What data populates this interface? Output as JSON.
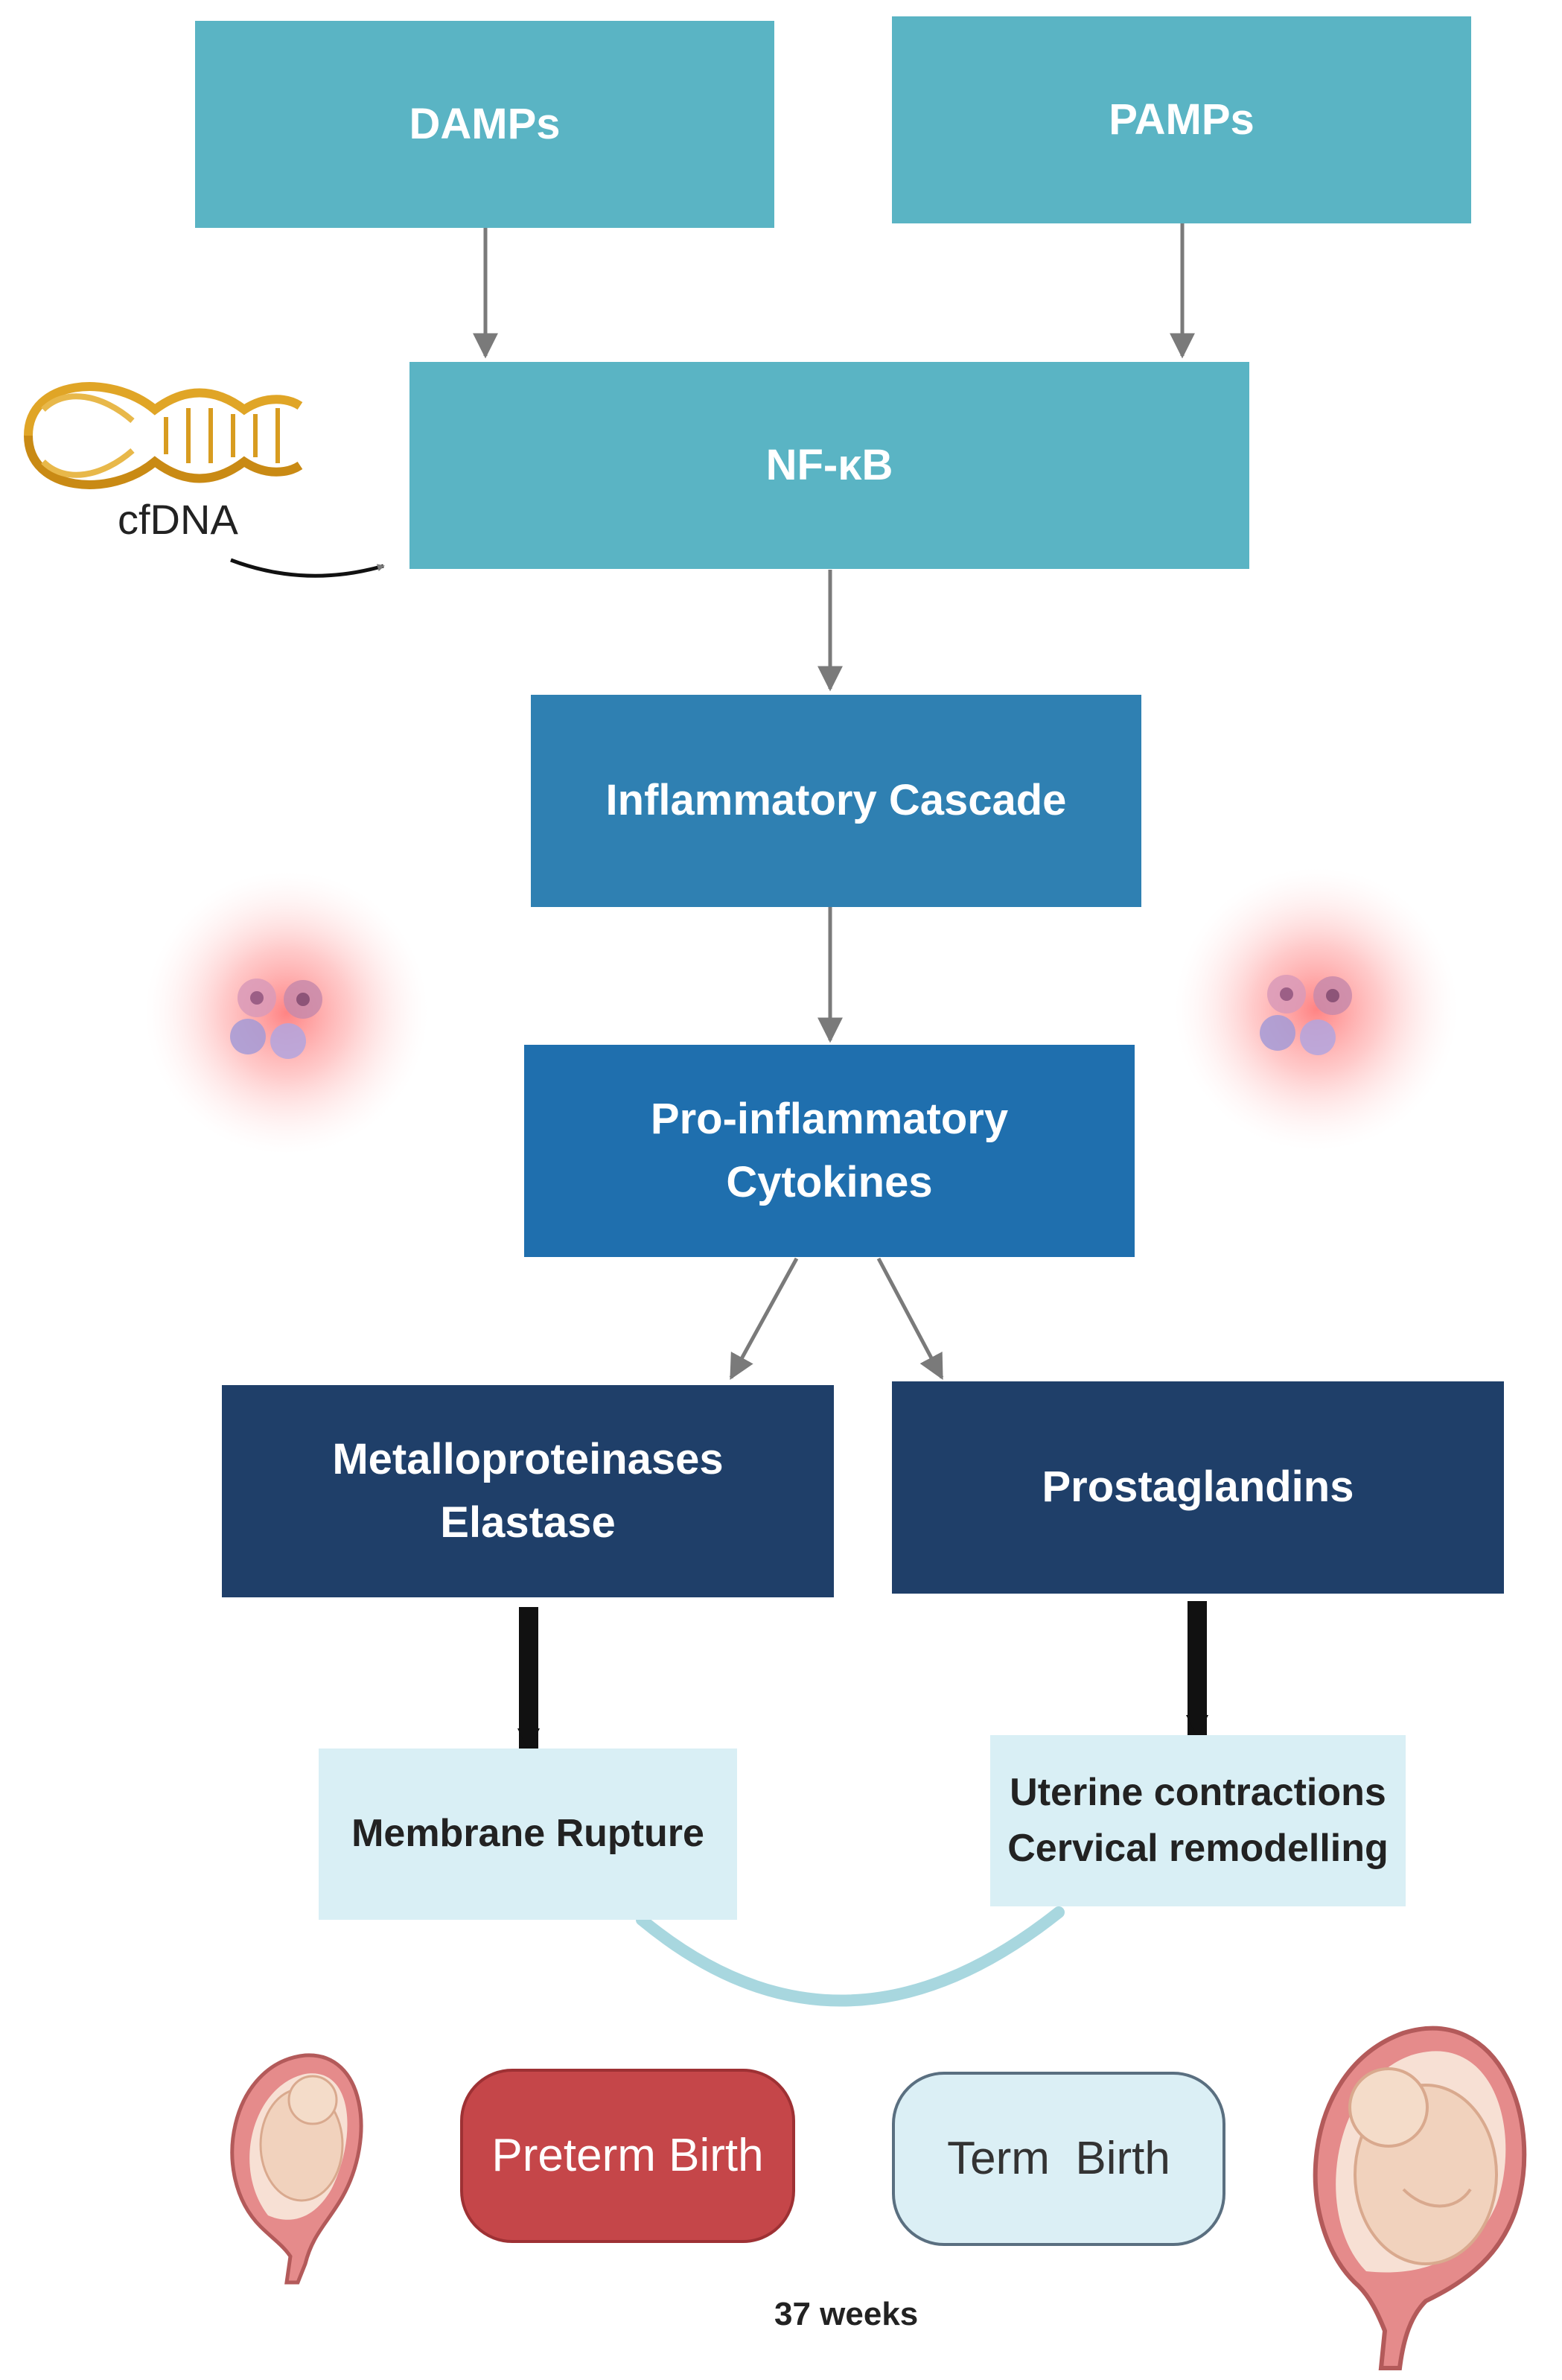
{
  "nodes": {
    "damps": "DAMPs",
    "pamps": "PAMPs",
    "nfkb": "NF-κB",
    "cascade": "Inflammatory Cascade",
    "cytokines_line1": "Pro-inflammatory",
    "cytokines_line2": "Cytokines",
    "metallo_line1": "Metalloproteinases",
    "metallo_line2": "Elastase",
    "prostaglandins": "Prostaglandins",
    "membrane": "Membrane Rupture",
    "uterine_line1": "Uterine contractions",
    "uterine_line2": "Cervical remodelling",
    "preterm": "Preterm Birth",
    "term": "Term  Birth"
  },
  "labels": {
    "cfdna": "cfDNA",
    "weeks": "37 weeks"
  },
  "colors": {
    "teal": "#5ab4c4",
    "cascade": "#2f80b2",
    "cytokines": "#1f6fae",
    "navy": "#1f3f69",
    "pale": "#d9eff5",
    "preterm": "#c54649",
    "dna": "#e0a526",
    "glow": "#ff6b6b"
  },
  "icons": [
    "dna-icon",
    "immune-cells-icon",
    "fetus-in-uterus-icon"
  ]
}
